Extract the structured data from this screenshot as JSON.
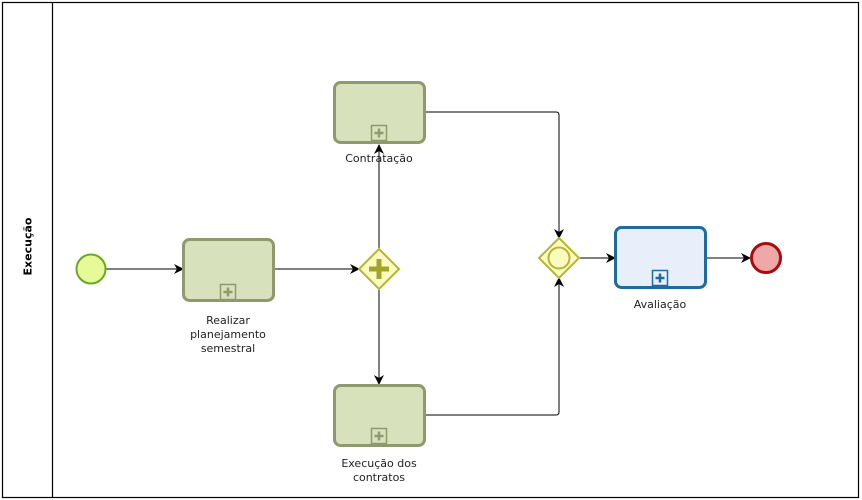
{
  "pool": {
    "lane_label": "Execução"
  },
  "elements": {
    "start_event": {
      "type": "start-event"
    },
    "task_planning": {
      "type": "collapsed-subprocess",
      "label": "Realizar\nplanejamento\nsemestral"
    },
    "parallel_gateway": {
      "type": "parallel-gateway"
    },
    "task_contracting": {
      "type": "collapsed-subprocess",
      "label": "Contratação"
    },
    "task_execution": {
      "type": "collapsed-subprocess",
      "label": "Execução dos\ncontratos"
    },
    "inclusive_gateway": {
      "type": "inclusive-gateway"
    },
    "task_evaluation": {
      "type": "collapsed-subprocess",
      "label": "Avaliação"
    },
    "end_event": {
      "type": "end-event"
    }
  },
  "flows": [
    {
      "from": "start_event",
      "to": "task_planning"
    },
    {
      "from": "task_planning",
      "to": "parallel_gateway"
    },
    {
      "from": "parallel_gateway",
      "to": "task_contracting"
    },
    {
      "from": "parallel_gateway",
      "to": "task_execution"
    },
    {
      "from": "task_contracting",
      "to": "inclusive_gateway"
    },
    {
      "from": "task_execution",
      "to": "inclusive_gateway"
    },
    {
      "from": "inclusive_gateway",
      "to": "task_evaluation"
    },
    {
      "from": "task_evaluation",
      "to": "end_event"
    }
  ],
  "colors": {
    "task_fill": "#d7e2bd",
    "task_stroke": "#8e9a6e",
    "eval_fill": "#e9eefb",
    "eval_stroke": "#1e6c9b",
    "gateway_fill": "#fbfbc1",
    "gateway_stroke": "#b5b535",
    "gateway_marker": "#a4a42a",
    "start_fill": "#e6fa9a",
    "start_stroke": "#6aa81f",
    "end_fill": "#eea8a8",
    "end_stroke": "#a80c0c"
  }
}
